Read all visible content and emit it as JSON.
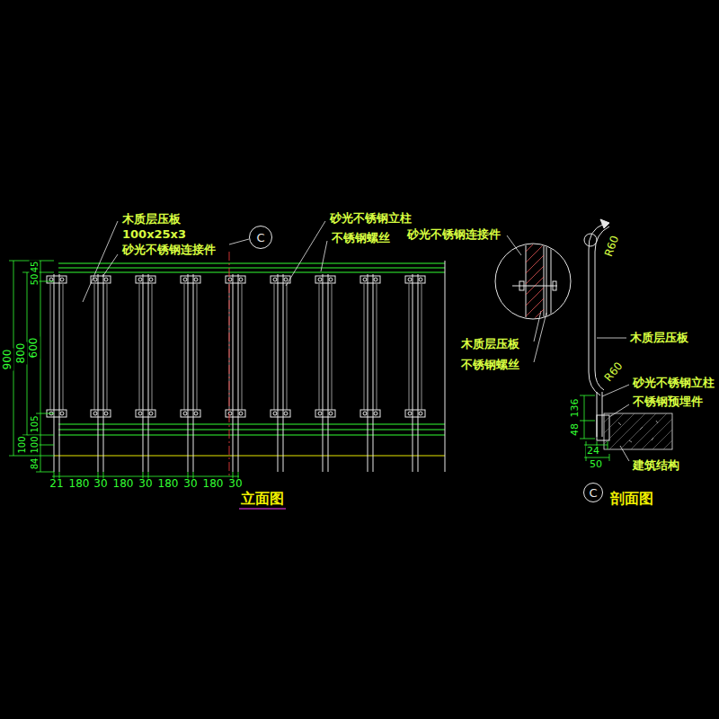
{
  "diagram": {
    "nodes": [
      {
        "text": [
          "C"
        ]
      },
      {
        "text": [
          "C"
        ]
      }
    ],
    "labels": [
      "木质层压板",
      "100x25x3",
      "砂光不锈钢连接件",
      "砂光不锈钢立柱",
      "不锈钢螺丝",
      "砂光不锈钢连接件",
      "立面图",
      "木质层压板",
      "不锈钢螺丝",
      "木质层压板",
      "R60",
      "R60",
      "砂光不锈钢立柱",
      "不锈钢预埋件",
      "建筑结构",
      "剖面图",
      "900",
      "800",
      "45",
      "50",
      "600",
      "105",
      "100",
      "100",
      "84",
      "21",
      "180",
      "30",
      "180",
      "30",
      "180",
      "30",
      "180",
      "30",
      "136",
      "48",
      "24",
      "50"
    ]
  }
}
